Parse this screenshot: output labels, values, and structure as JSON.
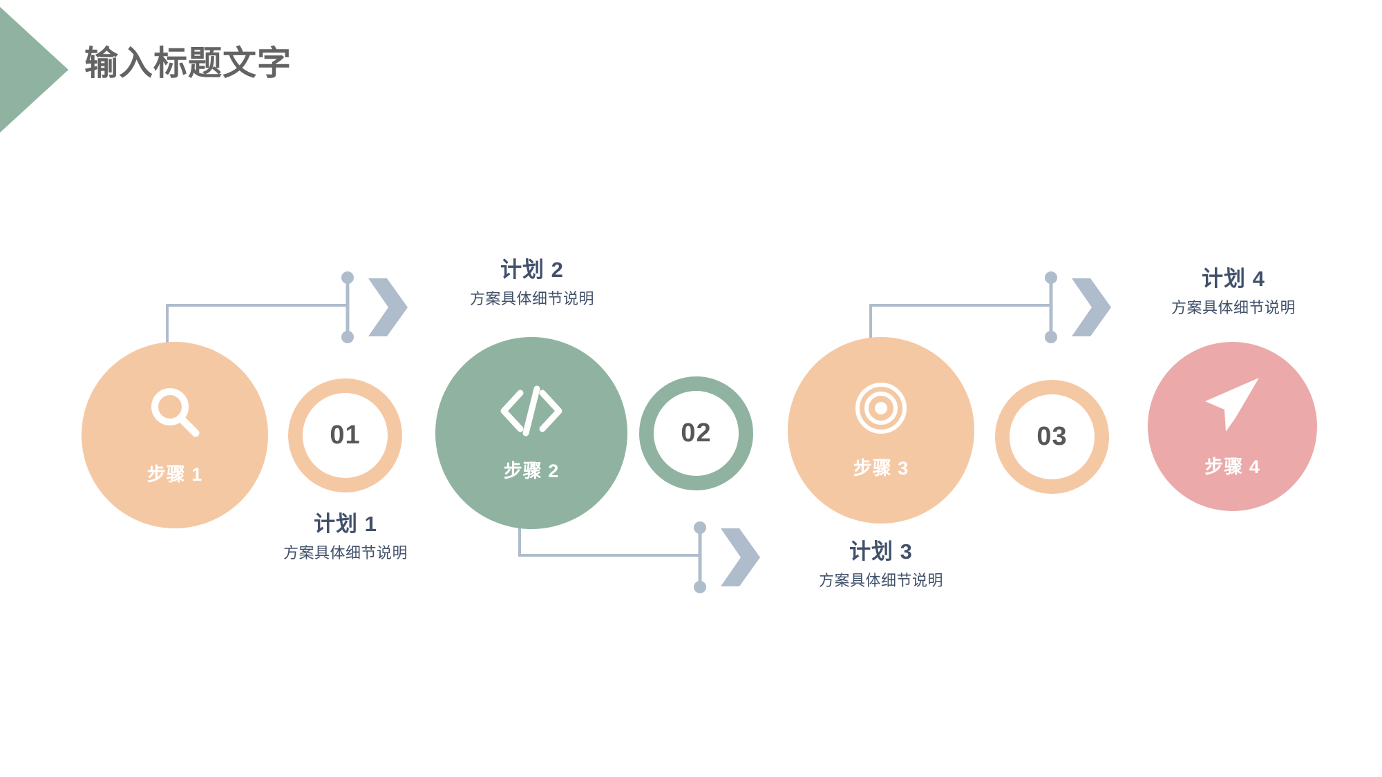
{
  "header": {
    "title": "输入标题文字",
    "triangle_color": "#8fb3a0",
    "title_color": "#636363"
  },
  "theme": {
    "peach": "#f5c8a4",
    "peach_ring": "#f5c8a4",
    "green": "#8fb3a0",
    "green_ring": "#8fb3a0",
    "pink": "#eba9a9",
    "connector": "#aebccb",
    "text_dark": "#41506a",
    "number_text": "#575757",
    "white": "#ffffff"
  },
  "steps": [
    {
      "label": "步骤 1",
      "icon": "search-icon",
      "color": "#f5c8a4",
      "index": 1
    },
    {
      "label": "步骤 2",
      "icon": "code-icon",
      "color": "#8fb3a0",
      "index": 2
    },
    {
      "label": "步骤 3",
      "icon": "target-icon",
      "color": "#f5c8a4",
      "index": 3
    },
    {
      "label": "步骤 4",
      "icon": "paper-plane-icon",
      "color": "#eba9a9",
      "index": 4
    }
  ],
  "numbers": [
    {
      "value": "01",
      "ring_color": "#f5c8a4"
    },
    {
      "value": "02",
      "ring_color": "#8fb3a0"
    },
    {
      "value": "03",
      "ring_color": "#f5c8a4"
    }
  ],
  "plans": [
    {
      "title": "计划 1",
      "desc": "方案具体细节说明",
      "position": "below"
    },
    {
      "title": "计划 2",
      "desc": "方案具体细节说明",
      "position": "above"
    },
    {
      "title": "计划 3",
      "desc": "方案具体细节说明",
      "position": "below"
    },
    {
      "title": "计划 4",
      "desc": "方案具体细节说明",
      "position": "above"
    }
  ],
  "connectors": [
    {
      "name": "connector-1-to-2",
      "direction": "up-right"
    },
    {
      "name": "connector-2-to-3",
      "direction": "down-right"
    },
    {
      "name": "connector-3-to-4",
      "direction": "up-right"
    }
  ]
}
